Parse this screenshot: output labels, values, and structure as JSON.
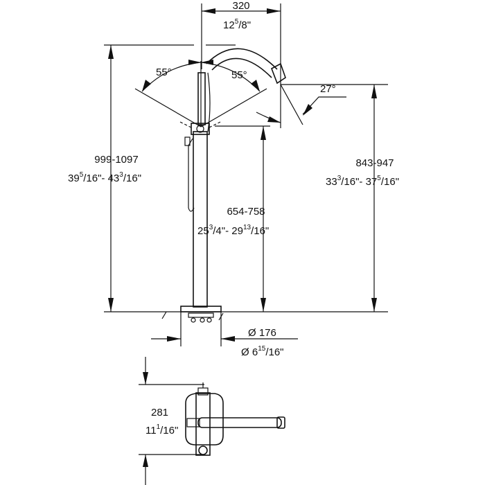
{
  "dimensions": {
    "spout_reach": {
      "mm": "320",
      "inch_whole": "12",
      "inch_num": "5",
      "inch_den": "/8\""
    },
    "swivel_left": "55°",
    "swivel_right": "55°",
    "spout_angle": "27°",
    "total_height": {
      "mm": "999-1097",
      "a_whole": "39",
      "a_num": "5",
      "a_den": "/16\"- 43",
      "b_num": "3",
      "b_den": "/16\""
    },
    "outlet_height": {
      "mm": "843-947",
      "a_whole": "33",
      "a_num": "3",
      "a_den": "/16\"- 37",
      "b_num": "5",
      "b_den": "/16\""
    },
    "handle_height": {
      "mm": "654-758",
      "a_whole": "25",
      "a_num": "3",
      "a_den": "/4\"- 29",
      "b_num": "13",
      "b_den": "/16\""
    },
    "base_diameter": {
      "mm": "Ø 176",
      "inch_whole": "Ø 6",
      "inch_num": "15",
      "inch_den": "/16\""
    },
    "plan_depth": {
      "mm": "281",
      "inch_whole": "11",
      "inch_num": "1",
      "inch_den": "/16\""
    }
  }
}
